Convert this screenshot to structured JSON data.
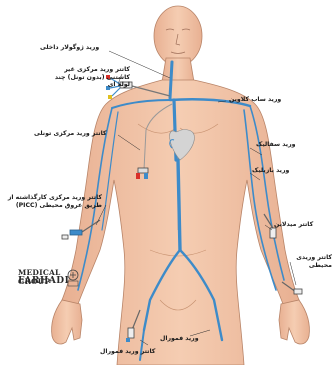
{
  "labels": {
    "internal_jugular": "ورید ژوگولار داخلی",
    "non_tunneled_cvc": "کاتتر ورید مرکزی غیر کاشتنی (بدون تونل) چند لوله ای",
    "subclavian": "ورید ساب کلاوین",
    "tunneled_cvc": "کاتتر ورید مرکزی تونلی",
    "cephalic": "ورید سفالیک",
    "basilic": "ورید بازیلیک",
    "picc": "کاتتر ورید مرکزی کارگذاشته از طریق عروق محیطی (PICC)",
    "midline": "کاتتر میدلاین",
    "peripheral": "کاتتر وریدی محیطی",
    "femoral_catheter": "کاتتر ورید فمورال",
    "femoral_vein": "ورید فمورال"
  },
  "logo": {
    "line1": "MEDICAL GROUP",
    "line2": "FARHADI"
  },
  "colors": {
    "skin": "#f2c2a4",
    "skin_shadow": "#e0a484",
    "vein": "#3d8bc9",
    "heart": "#c8c8c8",
    "outline": "#b07a5e"
  }
}
